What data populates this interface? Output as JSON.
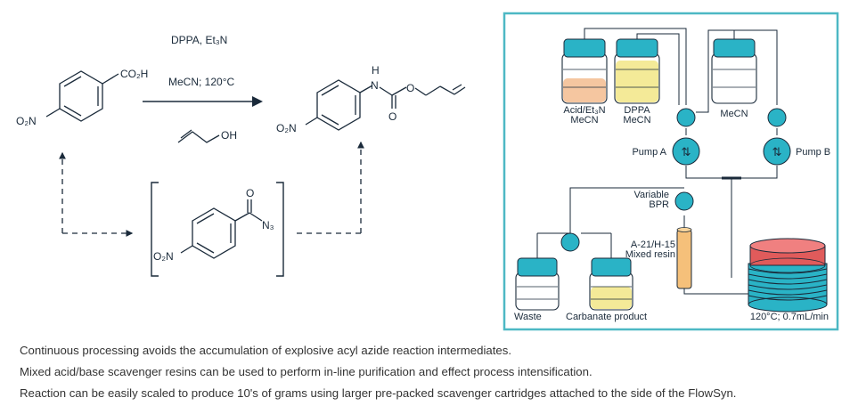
{
  "reaction": {
    "reagents_line1": "DPPA, Et₃N",
    "reagents_line2": "MeCN; 120°C",
    "reagent_alcohol": "OH",
    "sm_acid": "CO₂H",
    "sm_nitro": "O₂N",
    "product_nitro": "O₂N",
    "product_nh": "H",
    "product_n": "N",
    "product_o_carbonyl": "O",
    "product_o_ester": "O",
    "intermediate_nitro": "O₂N",
    "intermediate_o": "O",
    "intermediate_azide": "N₃"
  },
  "flow": {
    "bottle_acid": [
      "Acid/Et₃N",
      "MeCN"
    ],
    "bottle_dppa": [
      "DPPA",
      "MeCN"
    ],
    "bottle_mecn": "MeCN",
    "pump_a": "Pump A",
    "pump_b": "Pump B",
    "bpr": [
      "Variable",
      "BPR"
    ],
    "resin": [
      "A-21/H-15",
      "Mixed resin"
    ],
    "waste": "Waste",
    "product": "Carbanate product",
    "reactor": "120°C; 0.7mL/min"
  },
  "captions": [
    "Continuous processing avoids the accumulation of explosive acyl azide reaction intermediates.",
    "Mixed acid/base scavenger resins can be used to perform in-line purification and effect process intensification.",
    "Reaction can be easily scaled to produce 10's of grams using larger pre-packed scavenger cartridges attached to the side of the FlowSyn."
  ],
  "colors": {
    "navy": "#1a2a3a",
    "teal_frame": "#4db8c4",
    "cyan": "#2ab3c6",
    "acid_fill": "#f5c6a0",
    "dppa_fill": "#f4ea98",
    "resin_fill": "#f5c07a",
    "reactor_top": "#e05b5b"
  }
}
